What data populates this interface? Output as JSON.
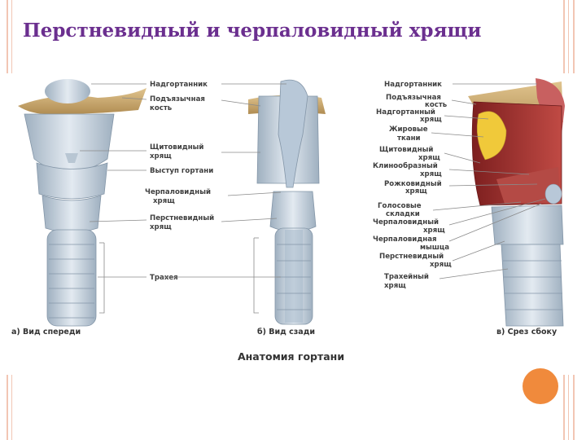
{
  "title": "Перстневидный и черпаловидный хрящи",
  "figure_caption": "Анатомия гортани",
  "views": {
    "front": {
      "caption": "а)  Вид спереди",
      "labels": [
        [
          "Надгортанник"
        ],
        [
          "Подъязычная",
          "кость"
        ],
        [
          "Щитовидный",
          "хрящ"
        ],
        [
          "Выступ гортани"
        ],
        [
          "Черпаловидный",
          "хрящ"
        ],
        [
          "Перстневидный",
          "хрящ"
        ],
        [
          "Трахея"
        ]
      ]
    },
    "back": {
      "caption": "б)  Вид сзади"
    },
    "side": {
      "caption": "в)  Срез сбоку",
      "labels": [
        [
          "Надгортанник"
        ],
        [
          "Подъязычная",
          "кость"
        ],
        [
          "Надгортанный",
          "хрящ"
        ],
        [
          "Жировые",
          "ткани"
        ],
        [
          "Щитовидный",
          "хрящ"
        ],
        [
          "Клинообразный",
          "хрящ"
        ],
        [
          "Рожковидный",
          "хрящ"
        ],
        [
          "Голосовые",
          "складки"
        ],
        [
          "Черпаловидный",
          "хрящ"
        ],
        [
          "Черпаловидная",
          "мышца"
        ],
        [
          "Перстневидный",
          "хрящ"
        ],
        [
          "Трахейный",
          "хрящ"
        ]
      ]
    }
  },
  "colors": {
    "title": "#6b2f8f",
    "accent_dot": "#f08a3c",
    "decor_lines": "#f2c6b4",
    "cartilage": "#c9d5e0",
    "bone": "#c9a872",
    "muscle": "#a83232",
    "fat": "#f0c93a"
  }
}
